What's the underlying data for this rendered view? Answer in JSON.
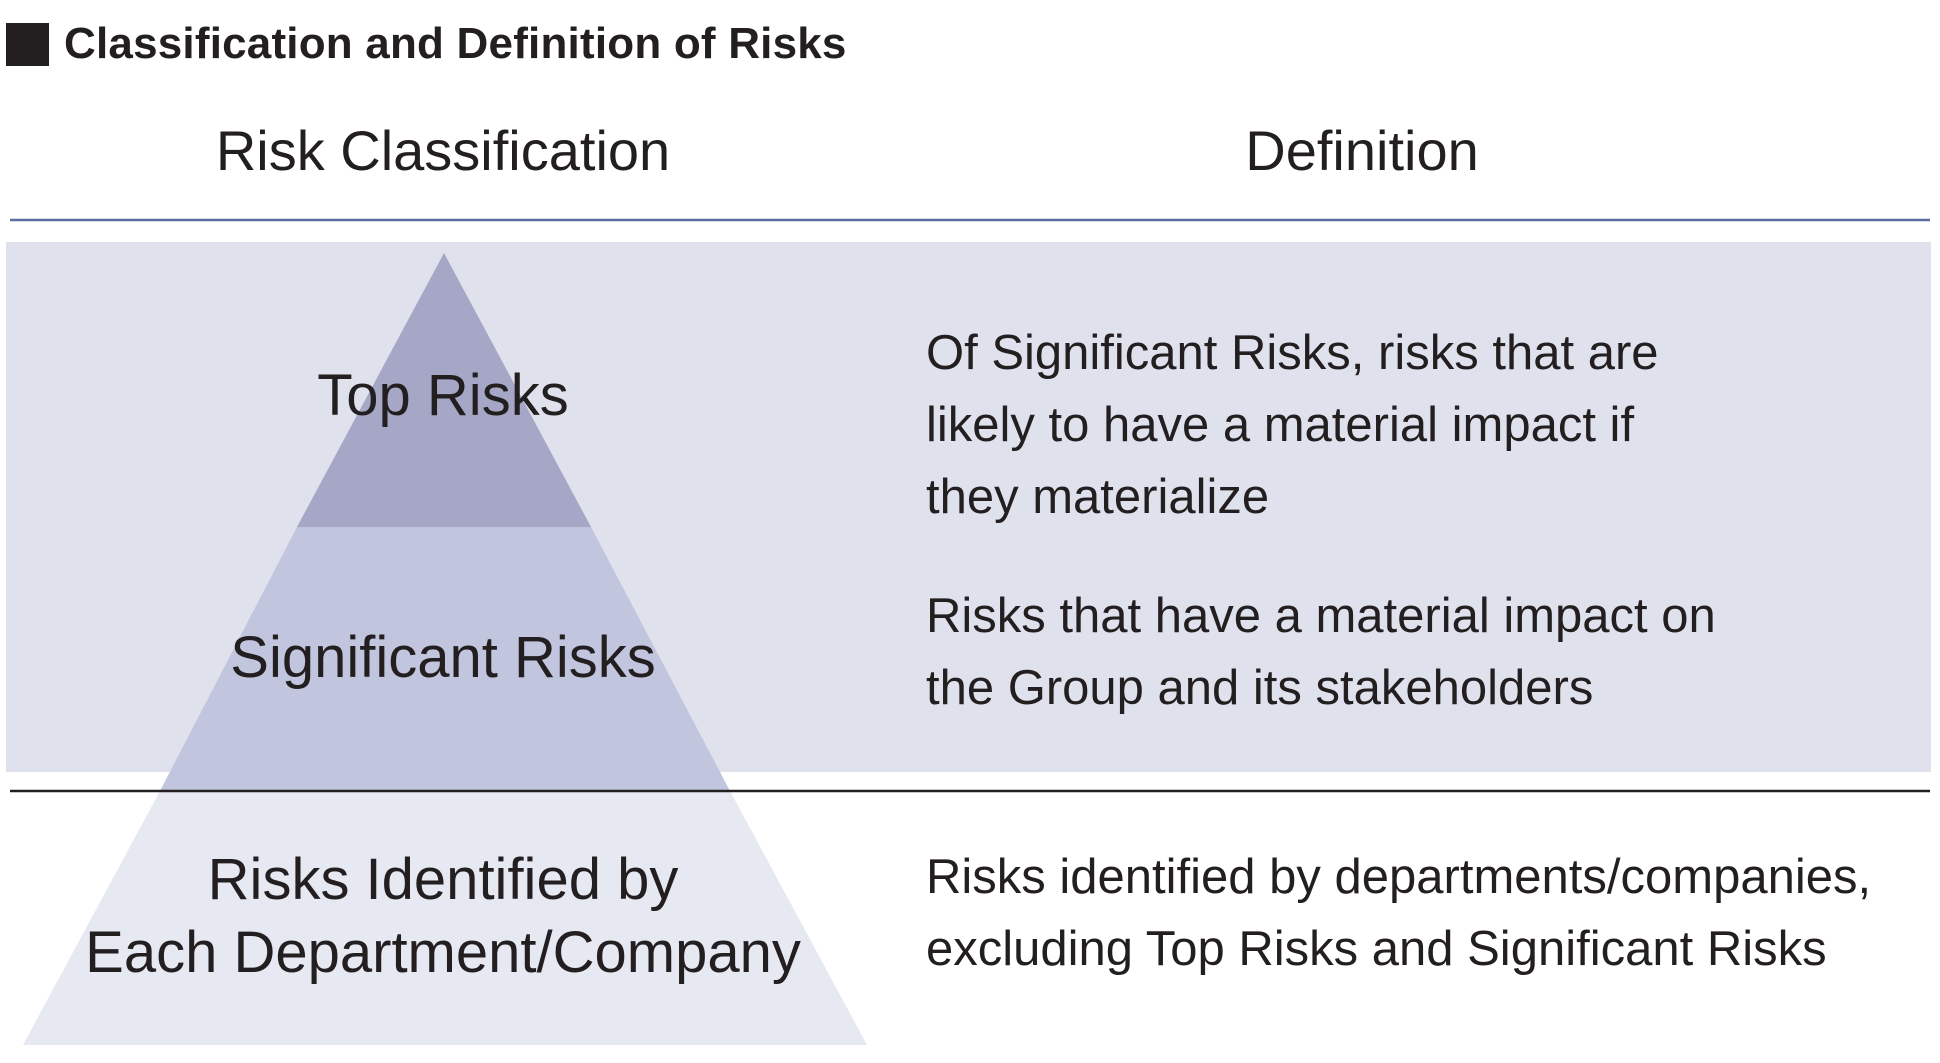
{
  "title": "Classification and Definition of Risks",
  "headers": {
    "classification": "Risk Classification",
    "definition": "Definition"
  },
  "tiers": [
    {
      "name_lines": [
        "Top Risks"
      ],
      "definition_lines": [
        "Of Significant Risks, risks that are",
        "likely to have a material impact if",
        "they materialize"
      ]
    },
    {
      "name_lines": [
        "Significant Risks"
      ],
      "definition_lines": [
        "Risks that have a material impact on",
        "the Group and its stakeholders"
      ]
    },
    {
      "name_lines": [
        "Risks Identified by",
        "Each Department/Company"
      ],
      "definition_lines": [
        "Risks identified by departments/companies,",
        "excluding Top Risks and Significant Risks"
      ]
    }
  ],
  "colors": {
    "band": "#dfe1ec",
    "tier_top": "#a6a7c7",
    "tier_significant": "#c1c5dd",
    "tier_dept": "#e6e8f2",
    "header_rule": "#5b6f9e",
    "divider_rule": "#231f20",
    "text": "#231f20"
  }
}
